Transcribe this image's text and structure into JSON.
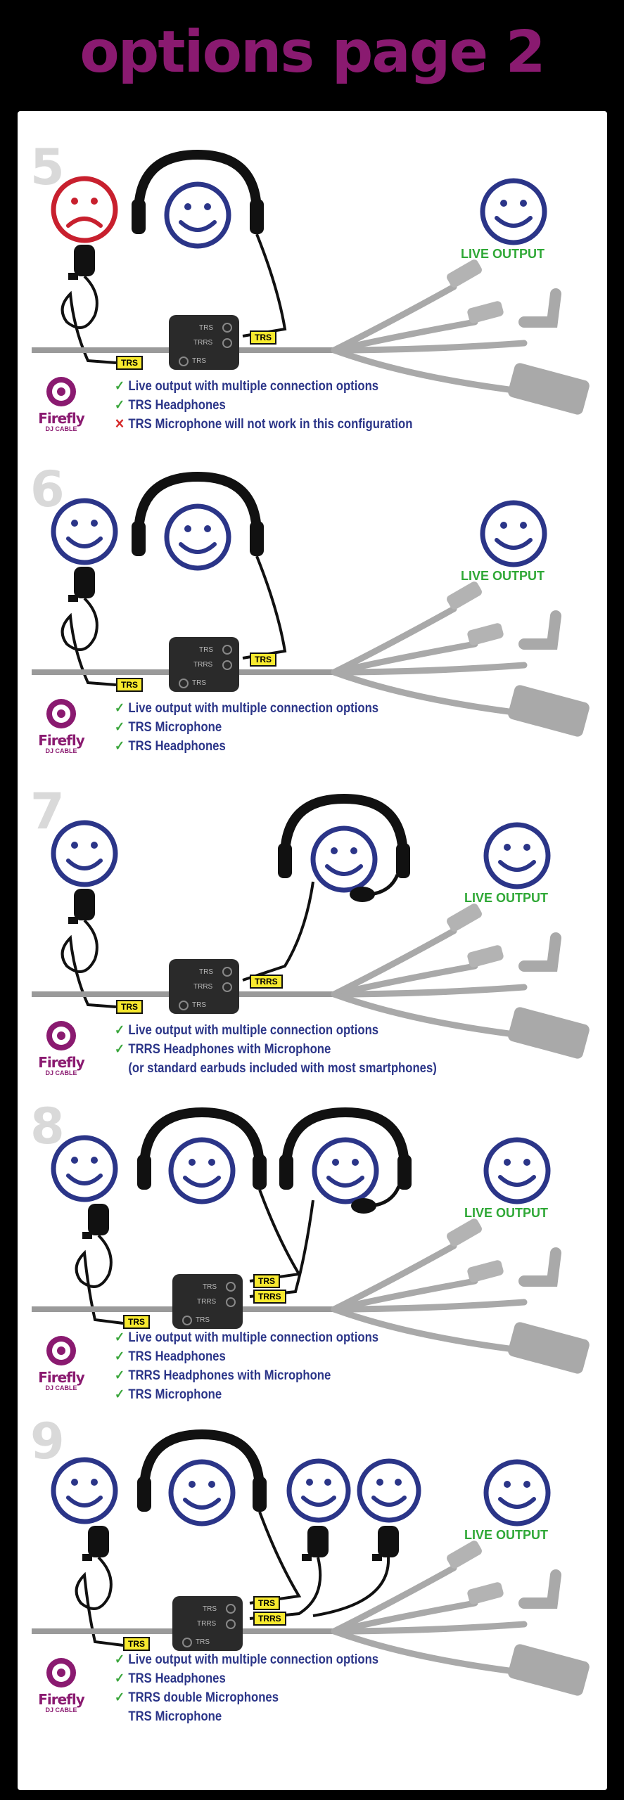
{
  "title": "options page 2",
  "colors": {
    "title": "#8a1a70",
    "face": "#2b3588",
    "sad": "#c8202e",
    "live": "#2fa836",
    "check": "#3aa63c",
    "cross": "#d62b2b",
    "tag": "#f7e92e"
  },
  "logo": {
    "name": "Firefly",
    "sub": "DJ CABLE"
  },
  "live_label": "LIVE OUTPUT",
  "jack_labels": {
    "trs": "TRS",
    "trrs": "TRRS"
  },
  "sections": [
    {
      "number": "5",
      "tags": [
        "TRS",
        "TRS"
      ],
      "features": [
        {
          "mark": "check",
          "text": "Live output with multiple connection options"
        },
        {
          "mark": "check",
          "text": "TRS Headphones"
        },
        {
          "mark": "cross",
          "text": "TRS Microphone will not work in this configuration"
        }
      ]
    },
    {
      "number": "6",
      "tags": [
        "TRS",
        "TRS"
      ],
      "features": [
        {
          "mark": "check",
          "text": "Live output with multiple connection options"
        },
        {
          "mark": "check",
          "text": "TRS Microphone"
        },
        {
          "mark": "check",
          "text": "TRS Headphones"
        }
      ]
    },
    {
      "number": "7",
      "tags": [
        "TRS",
        "TRRS"
      ],
      "features": [
        {
          "mark": "check",
          "text": "Live output with multiple connection options"
        },
        {
          "mark": "check",
          "text": "TRRS Headphones with Microphone"
        },
        {
          "mark": "none",
          "text": "(or standard earbuds included with most smartphones)"
        }
      ]
    },
    {
      "number": "8",
      "tags": [
        "TRS",
        "TRS",
        "TRRS"
      ],
      "features": [
        {
          "mark": "check",
          "text": "Live output with multiple connection options"
        },
        {
          "mark": "check",
          "text": "TRS Headphones"
        },
        {
          "mark": "check",
          "text": "TRRS Headphones with Microphone"
        },
        {
          "mark": "check",
          "text": "TRS Microphone"
        }
      ]
    },
    {
      "number": "9",
      "tags": [
        "TRS",
        "TRS",
        "TRRS"
      ],
      "features": [
        {
          "mark": "check",
          "text": "Live output with multiple connection options"
        },
        {
          "mark": "check",
          "text": "TRS Headphones"
        },
        {
          "mark": "check",
          "text": "TRRS double Microphones"
        },
        {
          "mark": "none",
          "text": "TRS Microphone"
        }
      ]
    }
  ]
}
